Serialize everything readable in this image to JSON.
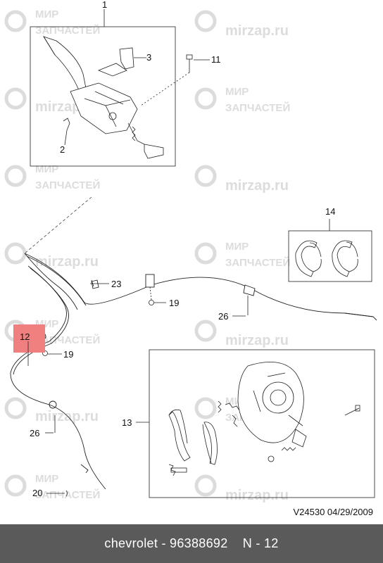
{
  "watermark": {
    "line1": "МИР",
    "line2": "ЗАПЧАСТЕЙ",
    "domain": "mirzap.ru"
  },
  "callouts": {
    "c1": "1",
    "c2": "2",
    "c3": "3",
    "c11": "11",
    "c12": "12",
    "c13": "13",
    "c14": "14",
    "c19a": "19",
    "c19b": "19",
    "c20": "20",
    "c23": "23",
    "c26a": "26",
    "c26b": "26"
  },
  "highlight_color": "#f08080",
  "reference": "V24530  04/29/2009",
  "footer": {
    "brand": "chevrolet",
    "sep1": " - ",
    "part_number": "96388692",
    "sep2": "    ",
    "position": "N - 12"
  }
}
